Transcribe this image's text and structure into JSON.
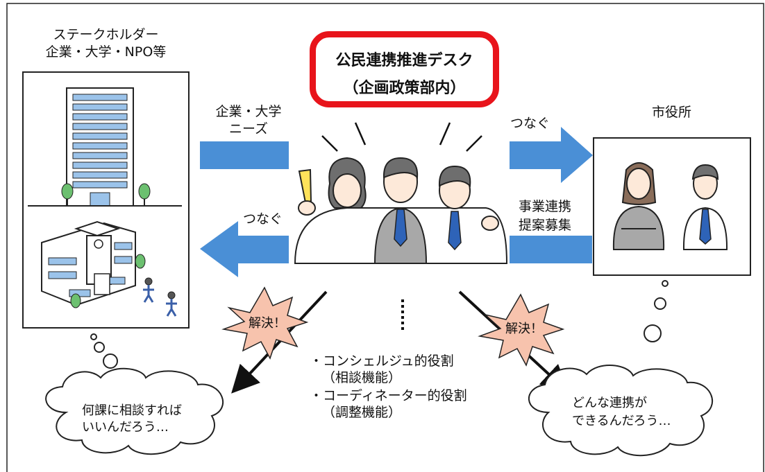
{
  "stakeholder": {
    "title_line1": "ステークホルダー",
    "title_line2": "企業・大学・NPO等"
  },
  "desk": {
    "line1": "公民連携推進デスク",
    "line2": "（企画政策部内）"
  },
  "city_hall": {
    "title": "市役所"
  },
  "flows": {
    "needs_line1": "企業・大学",
    "needs_line2": "ニーズ",
    "connect_right": "つなぐ",
    "connect_left": "つなぐ",
    "proposal_line1": "事業連携",
    "proposal_line2": "提案募集"
  },
  "roles": {
    "line1": "・コンシェルジュ的役割",
    "line2": "（相談機能）",
    "line3": "・コーディネーター的役割",
    "line4": "（調整機能）"
  },
  "bursts": {
    "left": "解決！",
    "right": "解決！"
  },
  "clouds": {
    "left_line1": "何課に相談すれば",
    "left_line2": "いいんだろう…",
    "right_line1": "どんな連携が",
    "right_line2": "できるんだろう…"
  },
  "colors": {
    "arrow": "#4a8fd6",
    "desk_border": "#e8141b",
    "burst": "#f7c3ad"
  }
}
